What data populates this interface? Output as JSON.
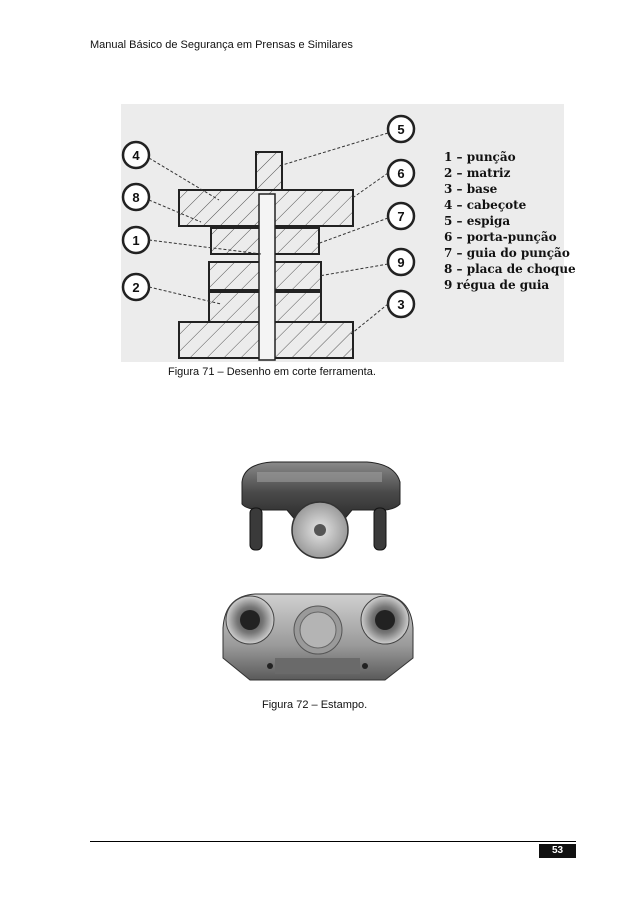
{
  "header": {
    "title": "Manual Básico de Segurança em Prensas e Similares"
  },
  "figure71": {
    "callouts": [
      "1",
      "2",
      "3",
      "4",
      "5",
      "6",
      "7",
      "8",
      "9"
    ],
    "legend": [
      "1 – punção",
      "2 – matriz",
      "3 – base",
      "4 – cabeçote",
      "5 – espiga",
      "6 – porta-punção",
      "7 – guia do punção",
      "8 – placa de choque",
      "9    régua de guia"
    ],
    "caption": "Figura 71 – Desenho em corte ferramenta."
  },
  "figure72": {
    "caption": "Figura 72 – Estampo."
  },
  "footer": {
    "page_number": "53"
  }
}
